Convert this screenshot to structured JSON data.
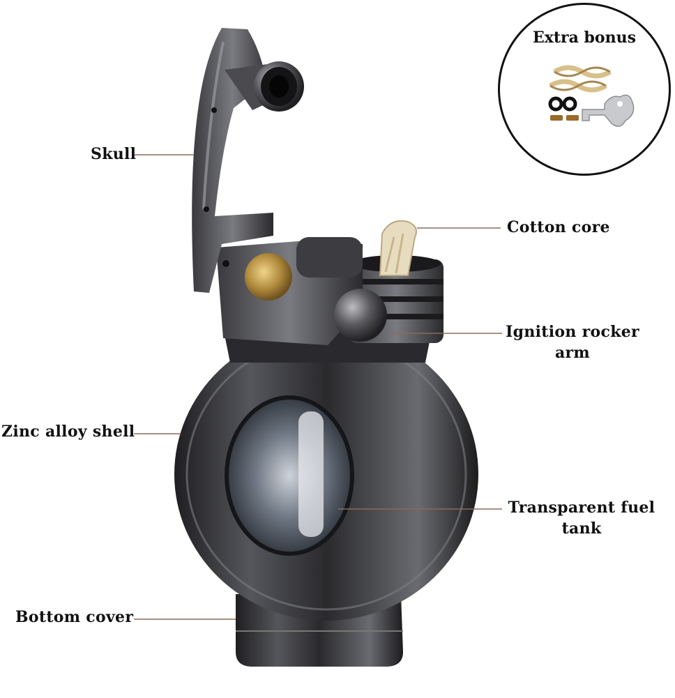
{
  "labels": {
    "skull": "Skull",
    "cotton_core": "Cotton core",
    "ignition_line1": "Ignition rocker",
    "ignition_line2": "arm",
    "zinc_shell": "Zinc alloy shell",
    "fuel_tank_line1": "Transparent fuel",
    "fuel_tank_line2": "tank",
    "bottom_cover": "Bottom cover"
  },
  "bonus": {
    "title": "Extra bonus"
  },
  "colors": {
    "metal_dark": "#2b2b2d",
    "metal_mid": "#55555a",
    "metal_light": "#9a9aa0",
    "brass": "#b08a3c",
    "wick": "#e8dcc0",
    "leader_line": "#8a6a5a"
  }
}
